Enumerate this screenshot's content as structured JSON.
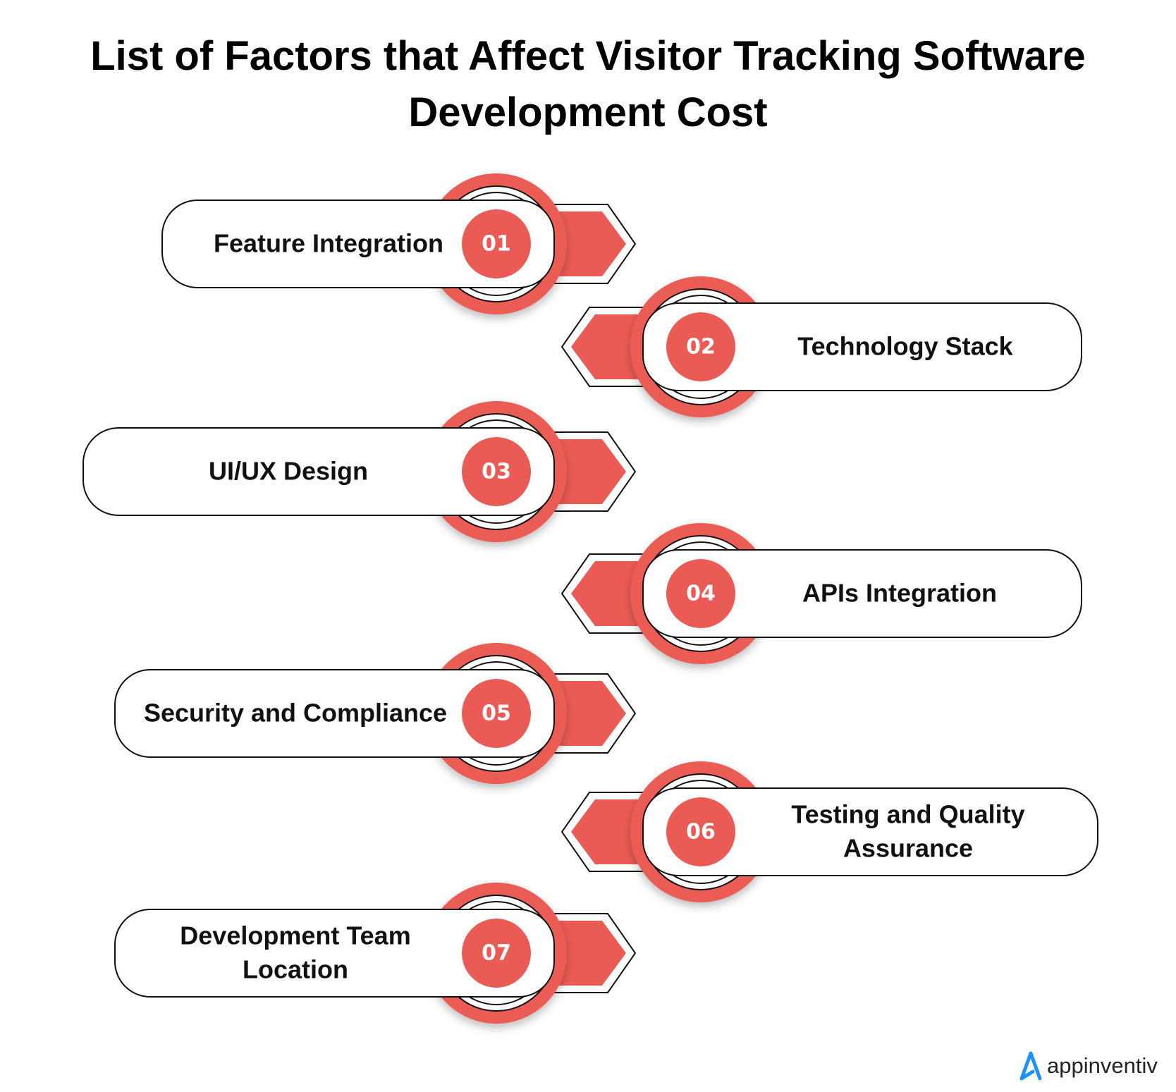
{
  "title": {
    "line1": "List of Factors that Affect Visitor Tracking Software",
    "line2": "Development Cost"
  },
  "accent_color": "#EB5B55",
  "items": [
    {
      "number": "01",
      "label": "Feature Integration"
    },
    {
      "number": "02",
      "label": "Technology Stack"
    },
    {
      "number": "03",
      "label": "UI/UX Design"
    },
    {
      "number": "04",
      "label": "APIs Integration"
    },
    {
      "number": "05",
      "label": "Security and Compliance"
    },
    {
      "number": "06",
      "label_line1": "Testing and Quality",
      "label_line2": "Assurance"
    },
    {
      "number": "07",
      "label_line1": "Development Team",
      "label_line2": "Location"
    }
  ],
  "brand": {
    "name": "appinventiv",
    "color": "#1E90FF"
  }
}
